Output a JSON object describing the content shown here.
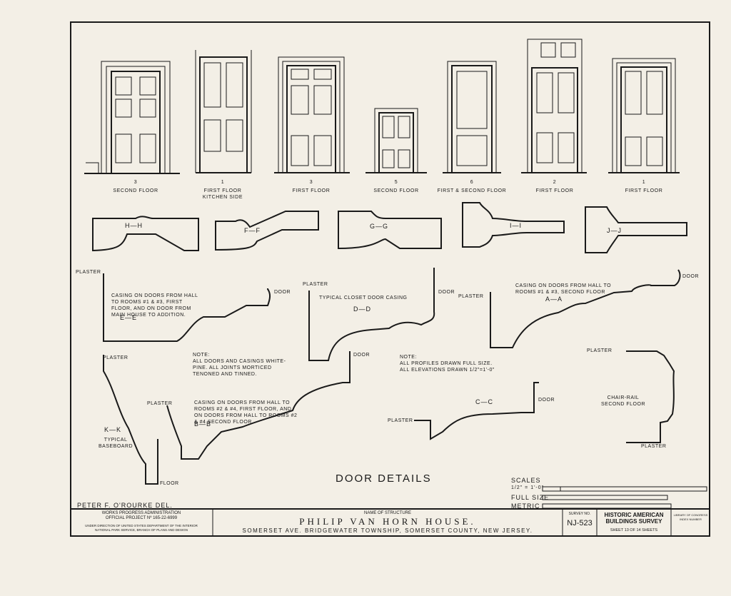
{
  "doors": [
    {
      "label": "3",
      "caption": "SECOND FLOOR"
    },
    {
      "label": "1",
      "caption": "FIRST FLOOR",
      "caption2": "KITCHEN SIDE"
    },
    {
      "label": "3",
      "caption": "FIRST FLOOR"
    },
    {
      "label": "5",
      "caption": "SECOND FLOOR"
    },
    {
      "label": "6",
      "caption": "FIRST & SECOND FLOOR"
    },
    {
      "label": "2",
      "caption": "FIRST FLOOR"
    },
    {
      "label": "1",
      "caption": "FIRST FLOOR"
    }
  ],
  "sections": {
    "hh": "H—H",
    "ff": "F—F",
    "gg": "G—G",
    "ii": "I—I",
    "jj": "J—J",
    "ee": "E—E",
    "dd": "D—D",
    "aa": "A—A",
    "kk": "K—K",
    "bb": "B—B",
    "cc": "C—C"
  },
  "tags": {
    "plaster": "PLASTER",
    "door": "DOOR",
    "floor": "FLOOR"
  },
  "notes": {
    "ee": [
      "CASING ON DOORS FROM HALL",
      "TO ROOMS #1 & #3, FIRST",
      "FLOOR, AND ON DOOR FROM",
      "MAIN HOUSE TO ADDITION."
    ],
    "dd": "TYPICAL CLOSET DOOR CASING",
    "aa": [
      "CASING ON DOORS FROM HALL TO",
      "ROOMS #1 & #3, SECOND FLOOR"
    ],
    "general": [
      "NOTE:",
      "ALL DOORS AND CASINGS WHITE-",
      "PINE. ALL JOINTS MORTICED",
      "TENONED AND TINNED."
    ],
    "profiles": [
      "NOTE:",
      "ALL PROFILES DRAWN FULL SIZE.",
      "ALL ELEVATIONS DRAWN 1/2\"=1'-0\""
    ],
    "bb": [
      "CASING ON DOORS FROM HALL TO",
      "ROOMS #2 & #4, FIRST FLOOR, AND",
      "ON DOORS FROM HALL TO ROOMS #2",
      "& #4 SECOND FLOOR."
    ],
    "kk": [
      "TYPICAL",
      "BASEBOARD"
    ],
    "chair": [
      "CHAIR-RAIL",
      "SECOND FLOOR"
    ]
  },
  "title": "DOOR DETAILS",
  "scales": {
    "heading": "SCALES",
    "s1": "1/2\" = 1'-0\"",
    "s2": "FULL SIZE",
    "s3": "METRIC"
  },
  "titleblock": {
    "delineator": "PETER F. O'ROURKE DEL.",
    "wpa": [
      "WORKS PROGRESS ADMINISTRATION",
      "OFFICIAL PROJECT Nº 165-22-6999"
    ],
    "dept": [
      "UNDER DIRECTION OF UNITED STATES DEPARTMENT OF THE INTERIOR",
      "NATIONAL PARK SERVICE, BRANCH OF PLANS AND DESIGN"
    ],
    "name_label": "NAME OF STRUCTURE",
    "name": "PHILIP VAN HORN HOUSE.",
    "location": "SOMERSET AVE. BRIDGEWATER TOWNSHIP, SOMERSET COUNTY, NEW JERSEY.",
    "survey_label": "SURVEY NO.",
    "survey_no": "NJ-523",
    "habs": [
      "HISTORIC AMERICAN",
      "BUILDINGS SURVEY"
    ],
    "sheet": "SHEET 13 OF 14 SHEETS",
    "loc": [
      "LIBRARY OF CONGRESS",
      "INDEX NUMBER"
    ]
  }
}
